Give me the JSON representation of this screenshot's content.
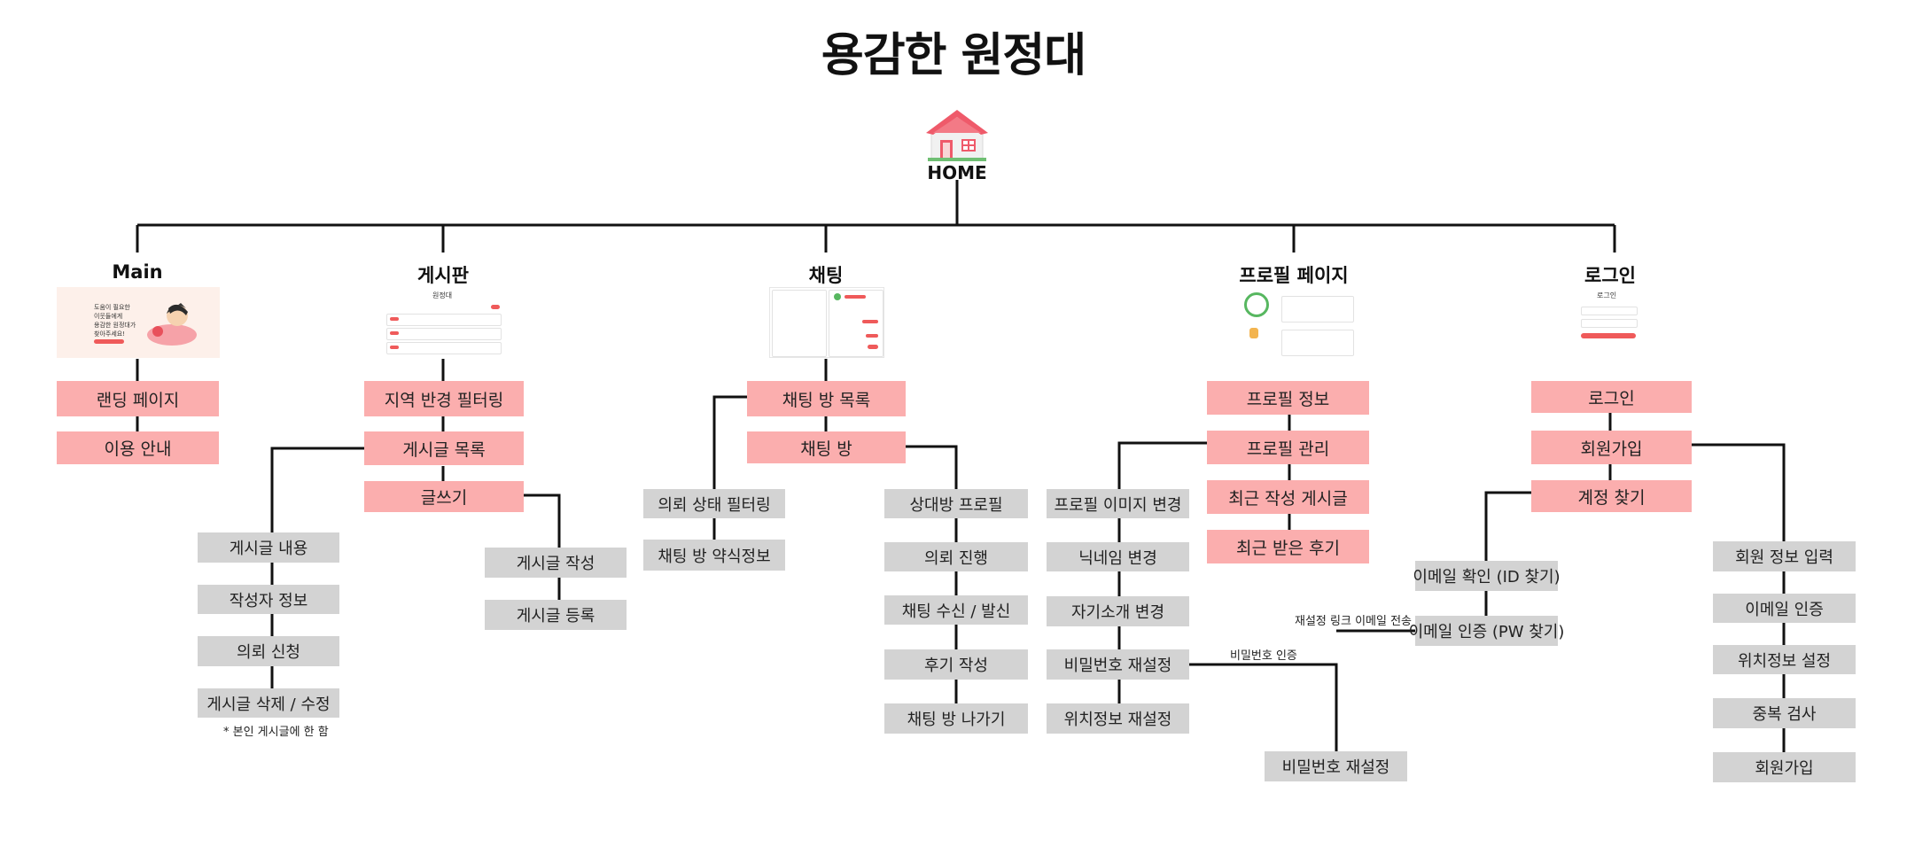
{
  "title": "용감한 원정대",
  "home": {
    "label": "HOME",
    "icon": "house-icon"
  },
  "sections": {
    "main": {
      "title": "Main"
    },
    "board": {
      "title": "게시판"
    },
    "chat": {
      "title": "채팅"
    },
    "profile": {
      "title": "프로필 페이지"
    },
    "login": {
      "title": "로그인"
    }
  },
  "main": {
    "items": [
      "랜딩 페이지",
      "이용 안내"
    ],
    "thumb_lines": [
      "도움이 필요한",
      "이웃들에게",
      "용감한 원정대가",
      "찾아주세요!"
    ]
  },
  "board": {
    "items": [
      "지역 반경 필터링",
      "게시글 목록",
      "글쓰기"
    ],
    "post_detail": [
      "게시글 내용",
      "작성자 정보",
      "의뢰 신청",
      "게시글 삭제 / 수정"
    ],
    "note": "* 본인 게시글에 한 함",
    "write": [
      "게시글 작성",
      "게시글 등록"
    ],
    "thumb_title": "원정대"
  },
  "chat": {
    "items": [
      "채팅 방 목록",
      "채팅 방"
    ],
    "list_sub": [
      "의뢰 상태 필터링",
      "채팅 방 약식정보"
    ],
    "room_sub": [
      "상대방 프로필",
      "의뢰 진행",
      "채팅 수신 / 발신",
      "후기 작성",
      "채팅 방 나가기"
    ]
  },
  "profile": {
    "items": [
      "프로필 정보",
      "프로필 관리",
      "최근 작성 게시글",
      "최근 받은 후기"
    ],
    "manage_sub": [
      "프로필 이미지 변경",
      "닉네임 변경",
      "자기소개 변경",
      "비밀번호 재설정",
      "위치정보 재설정"
    ],
    "pw_note": "비밀번호 인증",
    "pw_reset": "비밀번호 재설정"
  },
  "login": {
    "items": [
      "로그인",
      "회원가입",
      "계정 찾기"
    ],
    "find_sub": [
      "이메일 확인 (ID 찾기)",
      "이메일 인증 (PW 찾기)"
    ],
    "reset_link_note": "재설정 링크 이메일 전송",
    "signup_sub": [
      "회원 정보 입력",
      "이메일 인증",
      "위치정보 설정",
      "중복 검사",
      "회원가입"
    ],
    "thumb_title": "로그인"
  },
  "colors": {
    "pink": "#fbaeae",
    "gray": "#d3d3d3",
    "line": "#111111",
    "accent": "#ef5a5a"
  }
}
